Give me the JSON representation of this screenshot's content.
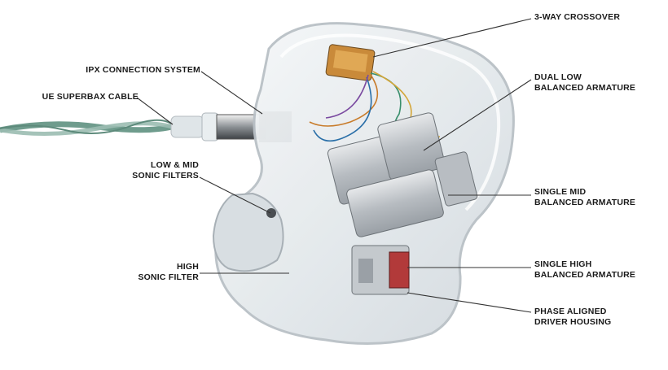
{
  "labels": {
    "ipx": {
      "line1": "IPX CONNECTION SYSTEM"
    },
    "cable": {
      "line1": "UE SUPERBAX CABLE"
    },
    "sonic_lowmid": {
      "line1": "LOW & MID",
      "line2": "SONIC FILTERS"
    },
    "sonic_high": {
      "line1": "HIGH",
      "line2": "SONIC FILTER"
    },
    "crossover": {
      "line1": "3-WAY CROSSOVER"
    },
    "dual_low": {
      "line1": "DUAL LOW",
      "line2": "BALANCED ARMATURE"
    },
    "single_mid": {
      "line1": "SINGLE MID",
      "line2": "BALANCED ARMATURE"
    },
    "single_high": {
      "line1": "SINGLE HIGH",
      "line2": "BALANCED ARMATURE"
    },
    "housing": {
      "line1": "PHASE ALIGNED",
      "line2": "DRIVER HOUSING"
    }
  },
  "colors": {
    "label_text": "#1a1a1a",
    "leader_line": "#333333",
    "shell": "#e8ecef",
    "shell_edge": "#b9c0c6",
    "armature": "#c9cdd1",
    "cable": "#7fa89a"
  }
}
